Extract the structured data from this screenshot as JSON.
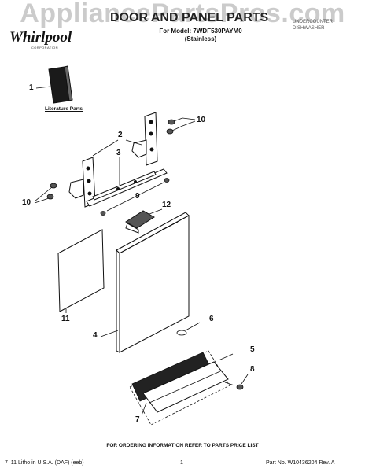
{
  "header": {
    "watermark": "AppliancePartsPros.com",
    "brand": "Whirlpool",
    "brand_sub": "CORPORATION",
    "title": "DOOR AND PANEL PARTS",
    "model_line": "For Model: 7WDF530PAYM0",
    "finish": "(Stainless)",
    "right_line1": "UNDERCOUNTER",
    "right_line2": "DISHWASHER"
  },
  "labels": {
    "literature_parts": "Literature Parts"
  },
  "callouts": [
    "1",
    "2",
    "3",
    "4",
    "5",
    "6",
    "7",
    "8",
    "9",
    "10",
    "10",
    "11",
    "12"
  ],
  "footer": {
    "ordering_note": "FOR ORDERING INFORMATION REFER TO PARTS PRICE LIST",
    "litho": "7–11 Litho in U.S.A. (DAF) (eeb)",
    "page": "1",
    "part_no": "Part No. W10436204 Rev. A"
  }
}
